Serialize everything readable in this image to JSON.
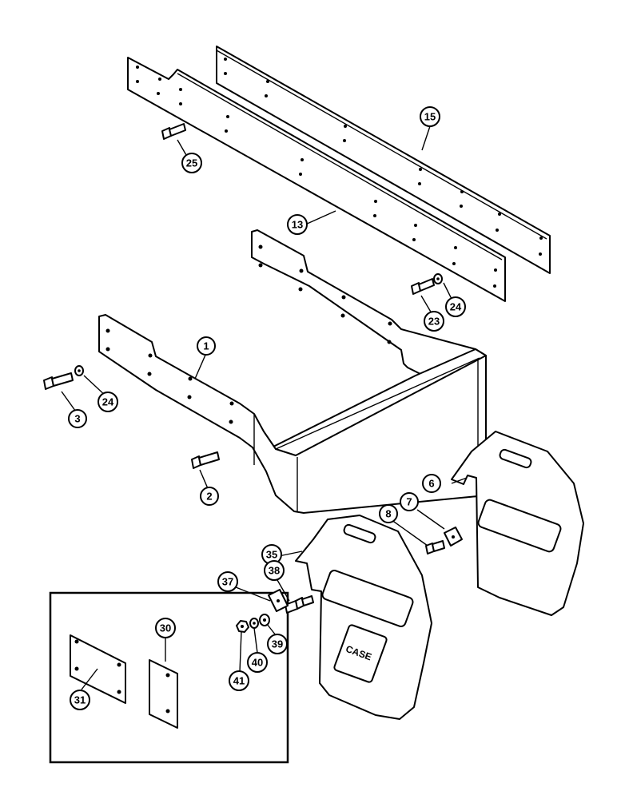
{
  "callouts": {
    "c1": "1",
    "c2": "2",
    "c3": "3",
    "c6": "6",
    "c7": "7",
    "c8": "8",
    "c13": "13",
    "c15": "15",
    "c23": "23",
    "c24a": "24",
    "c24b": "24",
    "c25": "25",
    "c30": "30",
    "c31": "31",
    "c35": "35",
    "c37": "37",
    "c38": "38",
    "c39": "39",
    "c40": "40",
    "c41": "41"
  },
  "logo": {
    "text": "CASE"
  },
  "colors": {
    "ink": "#000000",
    "paper": "#ffffff"
  }
}
